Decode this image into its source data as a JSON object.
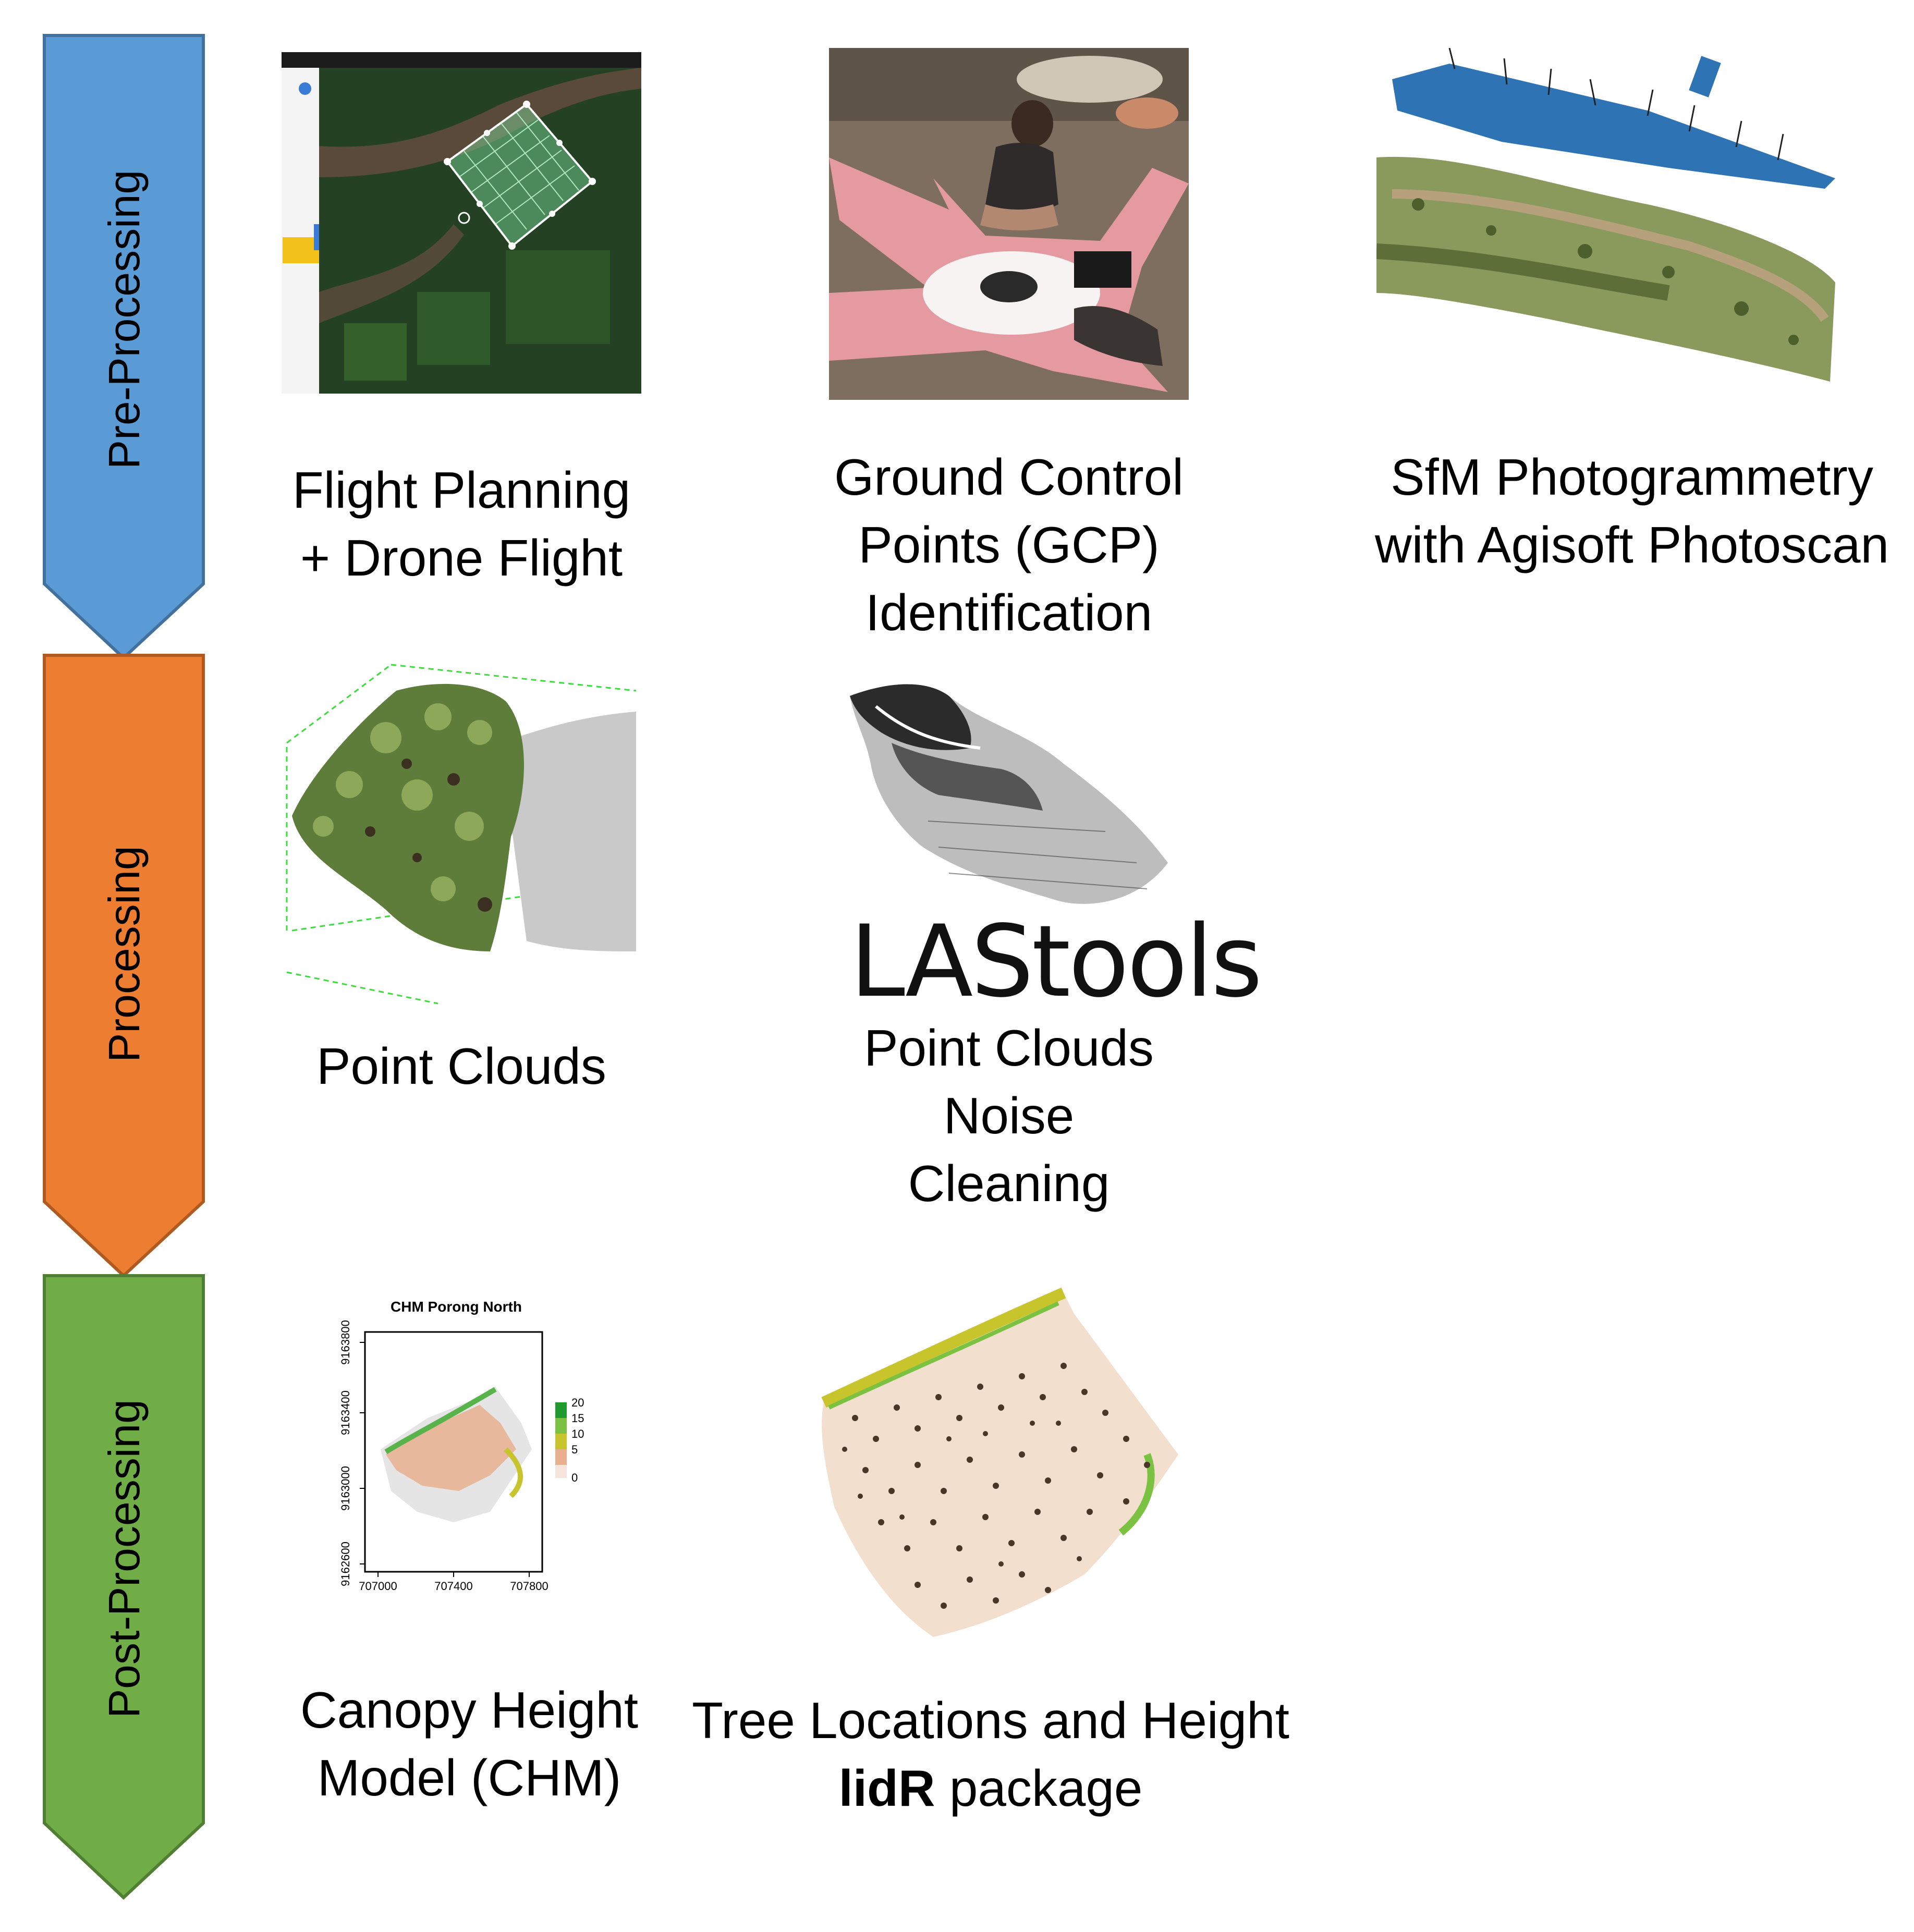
{
  "stages": [
    {
      "label": "Pre-Processing",
      "color": "#5b9bd5"
    },
    {
      "label": "Processing",
      "color": "#ed7d31"
    },
    {
      "label": "Post-Processing",
      "color": "#70ad47"
    }
  ],
  "pre": {
    "flight": {
      "line1": "Flight Planning",
      "line2": "+ Drone Flight"
    },
    "gcp": {
      "line1": "Ground Control",
      "line2": "Points (GCP)",
      "line3": "Identification"
    },
    "sfm": {
      "line1": "SfM Photogrammetry",
      "line2": "with Agisoft Photoscan"
    }
  },
  "proc": {
    "clouds": {
      "line1": "Point Clouds"
    },
    "lastools_logo": "LAStools",
    "noise": {
      "line1": "Point Clouds",
      "line2": "Noise",
      "line3": "Cleaning"
    }
  },
  "post": {
    "chm": {
      "line1": "Canopy Height",
      "line2": "Model (CHM)"
    },
    "trees": {
      "line1": "Tree Locations and Height",
      "bold": "lidR",
      "rest": " package"
    }
  },
  "chm_plot": {
    "title": "CHM Porong North",
    "x_ticks": [
      "707000",
      "707400",
      "707800"
    ],
    "y_ticks": [
      "9162600",
      "9163000",
      "9163400",
      "9163800"
    ],
    "legend_ticks": [
      "20",
      "15",
      "10",
      "5",
      "0"
    ]
  },
  "icons": {
    "flight_app": "drone-flight-planner-icon"
  }
}
